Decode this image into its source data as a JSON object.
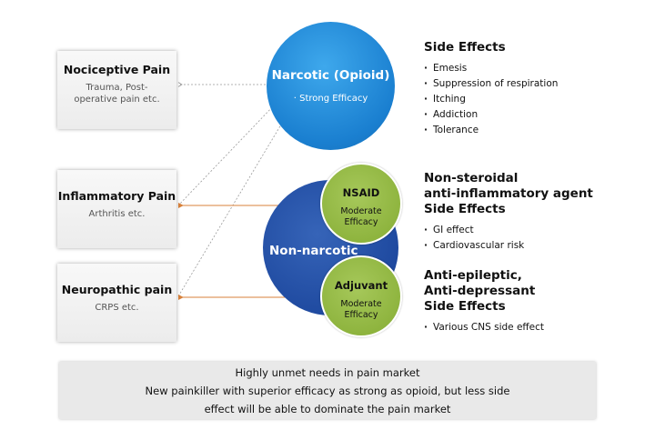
{
  "pain_types": [
    {
      "title": "Nociceptive Pain",
      "subtitle": "Trauma, Post-operative pain etc."
    },
    {
      "title": "Inflammatory Pain",
      "subtitle": "Arthritis etc."
    },
    {
      "title": "Neuropathic pain",
      "subtitle": "CRPS etc."
    }
  ],
  "narcotic": {
    "title": "Narcotic (Opioid)",
    "efficacy": "· Strong Efficacy"
  },
  "non_narcotic": {
    "title": "Non-narcotic"
  },
  "nsaid": {
    "title": "NSAID",
    "efficacy": "Moderate Efficacy"
  },
  "adjuvant": {
    "title": "Adjuvant",
    "efficacy": "Moderate Efficacy"
  },
  "side_effects": {
    "narcotic": {
      "title": "Side Effects",
      "items": [
        "Emesis",
        "Suppression of respiration",
        "Itching",
        "Addiction",
        "Tolerance"
      ]
    },
    "nsaid": {
      "title_line1": "Non-steroidal",
      "title_line2": "anti-inflammatory agent",
      "title_line3": "Side Effects",
      "items": [
        "GI effect",
        "Cardiovascular risk"
      ]
    },
    "adjuvant": {
      "title_line1": "Anti-epileptic,",
      "title_line2": "Anti-depressant",
      "title_line3": "Side Effects",
      "items": [
        "Various CNS side effect"
      ]
    }
  },
  "summary": {
    "line1": "Highly unmet needs in pain market",
    "line2": "New painkiller with superior efficacy as strong as opioid, but less side",
    "line3": "effect will be able to dominate the pain market"
  },
  "colors": {
    "opioid_blue": "#1a7fd0",
    "non_narcotic_blue": "#1f4aa0",
    "green": "#8db33d",
    "orange_arrow": "#d9823b",
    "gray_arrow": "#999999"
  }
}
